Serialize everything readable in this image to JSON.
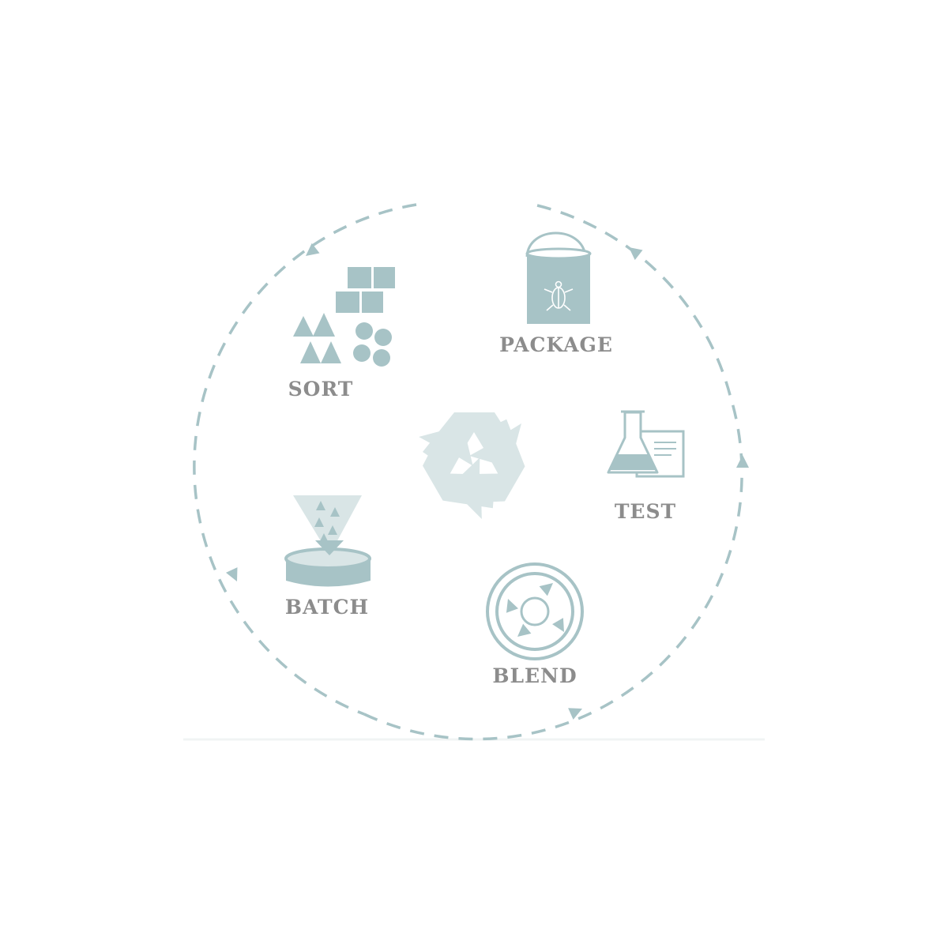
{
  "colors": {
    "accent": "#a7c3c6",
    "accent_light": "#d9e5e6",
    "label": "#8c8c8c",
    "background": "#ffffff"
  },
  "center_icon": "recycle-icon",
  "steps": [
    {
      "id": "sort",
      "label": "SORT",
      "icon": "shapes-icon"
    },
    {
      "id": "package",
      "label": "PACKAGE",
      "icon": "paint-can-icon"
    },
    {
      "id": "test",
      "label": "TEST",
      "icon": "flask-document-icon"
    },
    {
      "id": "blend",
      "label": "BLEND",
      "icon": "blend-circle-icon"
    },
    {
      "id": "batch",
      "label": "BATCH",
      "icon": "funnel-tray-icon"
    }
  ]
}
